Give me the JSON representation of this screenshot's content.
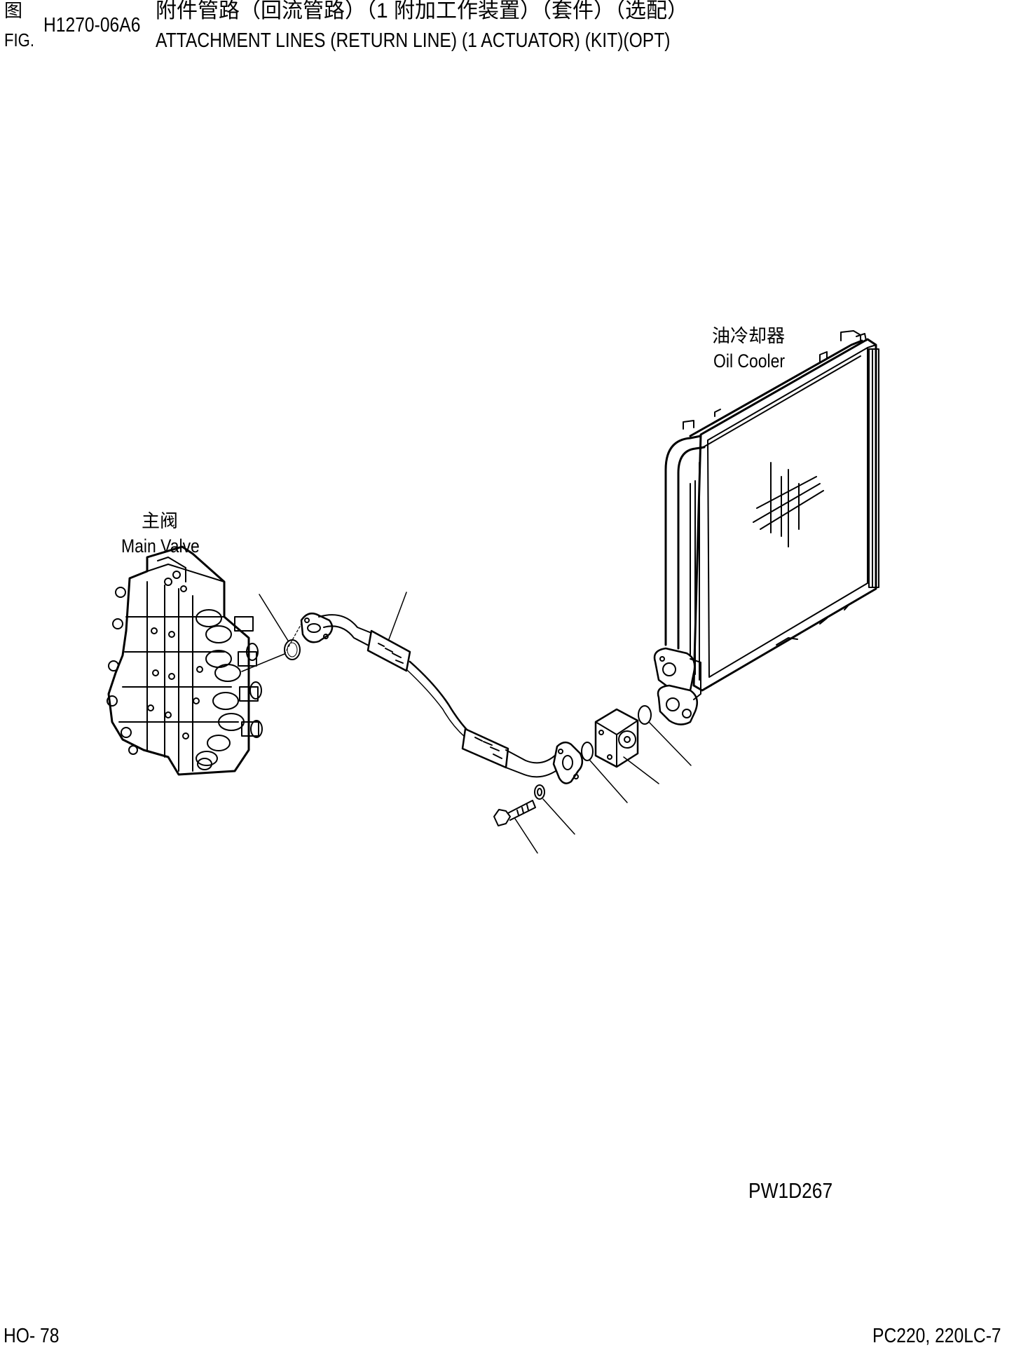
{
  "header": {
    "fig_label_zh": "图",
    "fig_label_en": "FIG.",
    "fig_number": "H1270-06A6",
    "title_zh": "附件管路（回流管路）（1 附加工作装置）（套件）（选配）",
    "title_en": "ATTACHMENT LINES (RETURN LINE) (1 ACTUATOR) (KIT)(OPT)"
  },
  "components": {
    "oil_cooler": {
      "label_zh": "油冷却器",
      "label_en": "Oil Cooler"
    },
    "main_valve": {
      "label_zh": "主阀",
      "label_en": "Main Valve"
    }
  },
  "drawing_code": "PW1D267",
  "footer": {
    "page": "HO- 78",
    "model": "PC220, 220LC-7"
  }
}
